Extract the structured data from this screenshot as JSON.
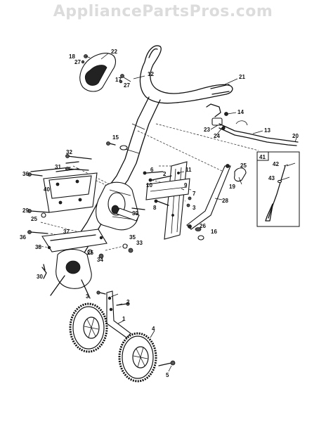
{
  "watermark": "AppliancePartsPros.com",
  "labels": [
    {
      "id": "22",
      "text": "22"
    },
    {
      "id": "18",
      "text": "18"
    },
    {
      "id": "27a",
      "text": "27"
    },
    {
      "id": "12",
      "text": "12"
    },
    {
      "id": "17",
      "text": "17"
    },
    {
      "id": "27b",
      "text": "27"
    },
    {
      "id": "21",
      "text": "21"
    },
    {
      "id": "14",
      "text": "14"
    },
    {
      "id": "23",
      "text": "23"
    },
    {
      "id": "24",
      "text": "24"
    },
    {
      "id": "13",
      "text": "13"
    },
    {
      "id": "20",
      "text": "20"
    },
    {
      "id": "15",
      "text": "15"
    },
    {
      "id": "32",
      "text": "32"
    },
    {
      "id": "31",
      "text": "31"
    },
    {
      "id": "36a",
      "text": "36"
    },
    {
      "id": "40",
      "text": "40"
    },
    {
      "id": "29",
      "text": "29"
    },
    {
      "id": "25a",
      "text": "25"
    },
    {
      "id": "36b",
      "text": "36"
    },
    {
      "id": "37",
      "text": "37"
    },
    {
      "id": "38",
      "text": "38"
    },
    {
      "id": "30",
      "text": "30"
    },
    {
      "id": "6",
      "text": "6"
    },
    {
      "id": "2a",
      "text": "2"
    },
    {
      "id": "11",
      "text": "11"
    },
    {
      "id": "10",
      "text": "10"
    },
    {
      "id": "9",
      "text": "9"
    },
    {
      "id": "7",
      "text": "7"
    },
    {
      "id": "3a",
      "text": "3"
    },
    {
      "id": "8",
      "text": "8"
    },
    {
      "id": "39",
      "text": "39"
    },
    {
      "id": "25b",
      "text": "25"
    },
    {
      "id": "19",
      "text": "19"
    },
    {
      "id": "28",
      "text": "28"
    },
    {
      "id": "26",
      "text": "26"
    },
    {
      "id": "16",
      "text": "16"
    },
    {
      "id": "35",
      "text": "35"
    },
    {
      "id": "33",
      "text": "33"
    },
    {
      "id": "25c",
      "text": "25"
    },
    {
      "id": "34",
      "text": "34"
    },
    {
      "id": "41",
      "text": "41"
    },
    {
      "id": "42",
      "text": "42"
    },
    {
      "id": "43",
      "text": "43"
    },
    {
      "id": "3b",
      "text": "3"
    },
    {
      "id": "2b",
      "text": "2"
    },
    {
      "id": "1",
      "text": "1"
    },
    {
      "id": "4",
      "text": "4"
    },
    {
      "id": "5",
      "text": "5"
    }
  ]
}
